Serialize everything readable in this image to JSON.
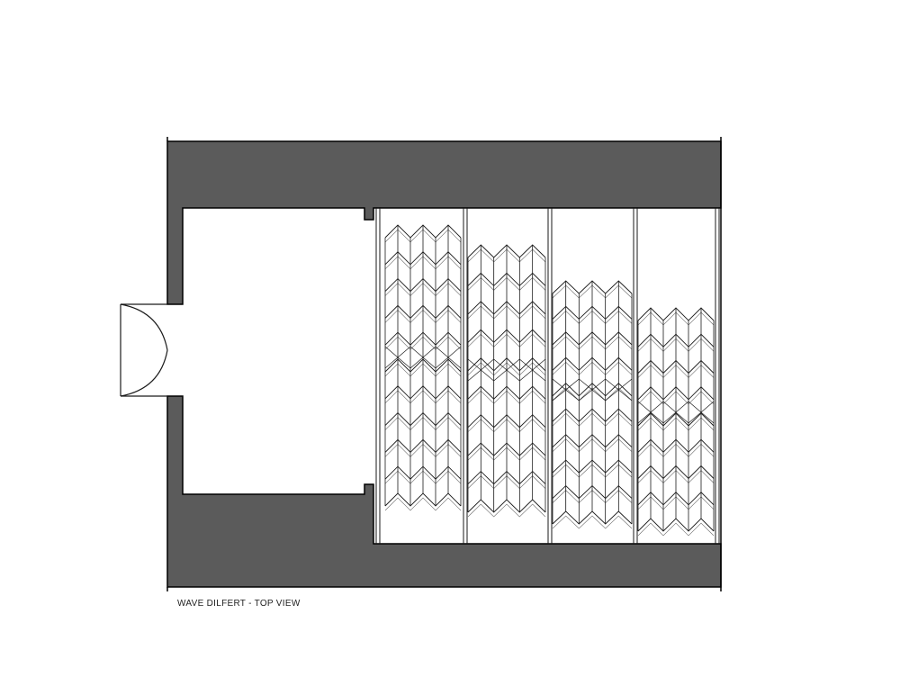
{
  "drawing": {
    "caption": "WAVE DILFERT - TOP VIEW",
    "wall_color": "#5b5b5b",
    "line_color": "#1a1a1a",
    "line_color_light": "#6a6a6a"
  },
  "panels": [
    {
      "name": "panel-1",
      "tiers": 11
    },
    {
      "name": "panel-2",
      "tiers": 10
    },
    {
      "name": "panel-3",
      "tiers": 10
    },
    {
      "name": "panel-4",
      "tiers": 9
    }
  ]
}
